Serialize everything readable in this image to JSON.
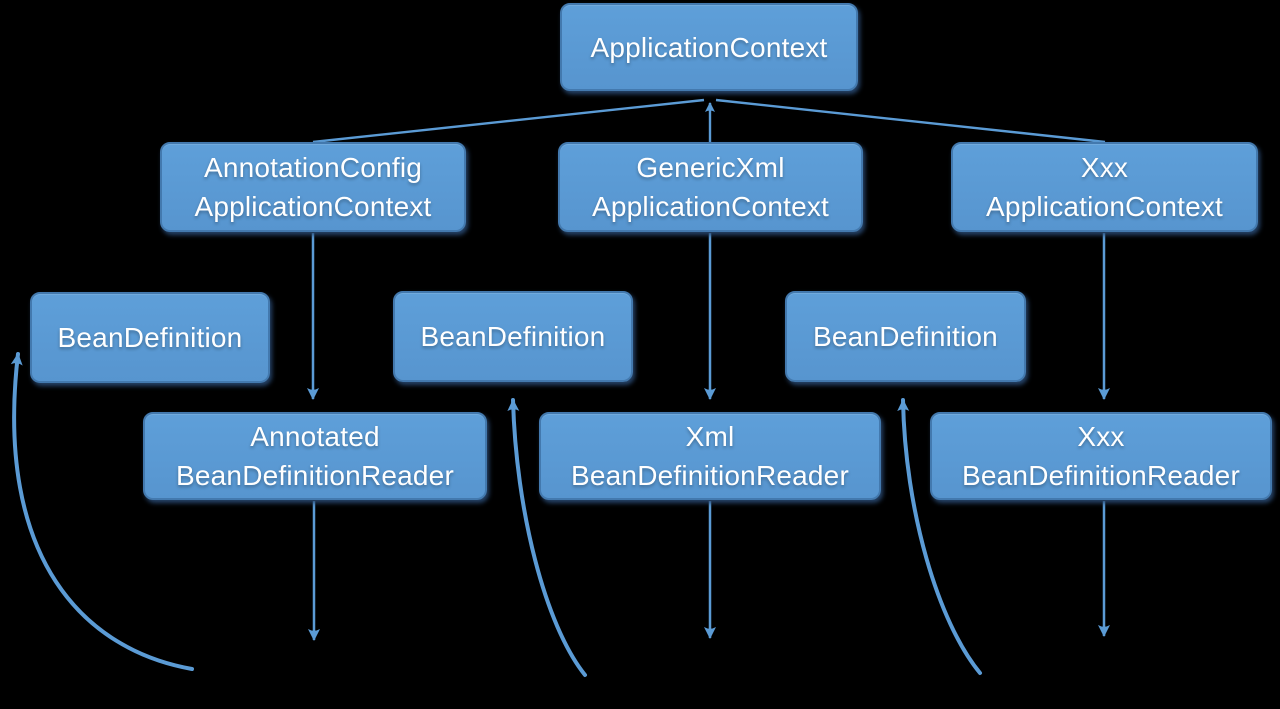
{
  "diagram": {
    "colors": {
      "background": "#000000",
      "node_fill": "#5b9bd5",
      "node_border": "#4379ae",
      "node_text": "#ffffff",
      "connector": "#5b9bd5"
    },
    "nodes": {
      "application_context": {
        "line1": "ApplicationContext"
      },
      "annotation_config_application_context": {
        "line1": "AnnotationConfig",
        "line2": "ApplicationContext"
      },
      "generic_xml_application_context": {
        "line1": "GenericXml",
        "line2": "ApplicationContext"
      },
      "xxx_application_context": {
        "line1": "Xxx",
        "line2": "ApplicationContext"
      },
      "bean_definition_left": {
        "line1": "BeanDefinition"
      },
      "bean_definition_middle": {
        "line1": "BeanDefinition"
      },
      "bean_definition_right": {
        "line1": "BeanDefinition"
      },
      "annotated_bean_definition_reader": {
        "line1": "Annotated",
        "line2": "BeanDefinitionReader"
      },
      "xml_bean_definition_reader": {
        "line1": "Xml",
        "line2": "BeanDefinitionReader"
      },
      "xxx_bean_definition_reader": {
        "line1": "Xxx",
        "line2": "BeanDefinitionReader"
      }
    }
  }
}
